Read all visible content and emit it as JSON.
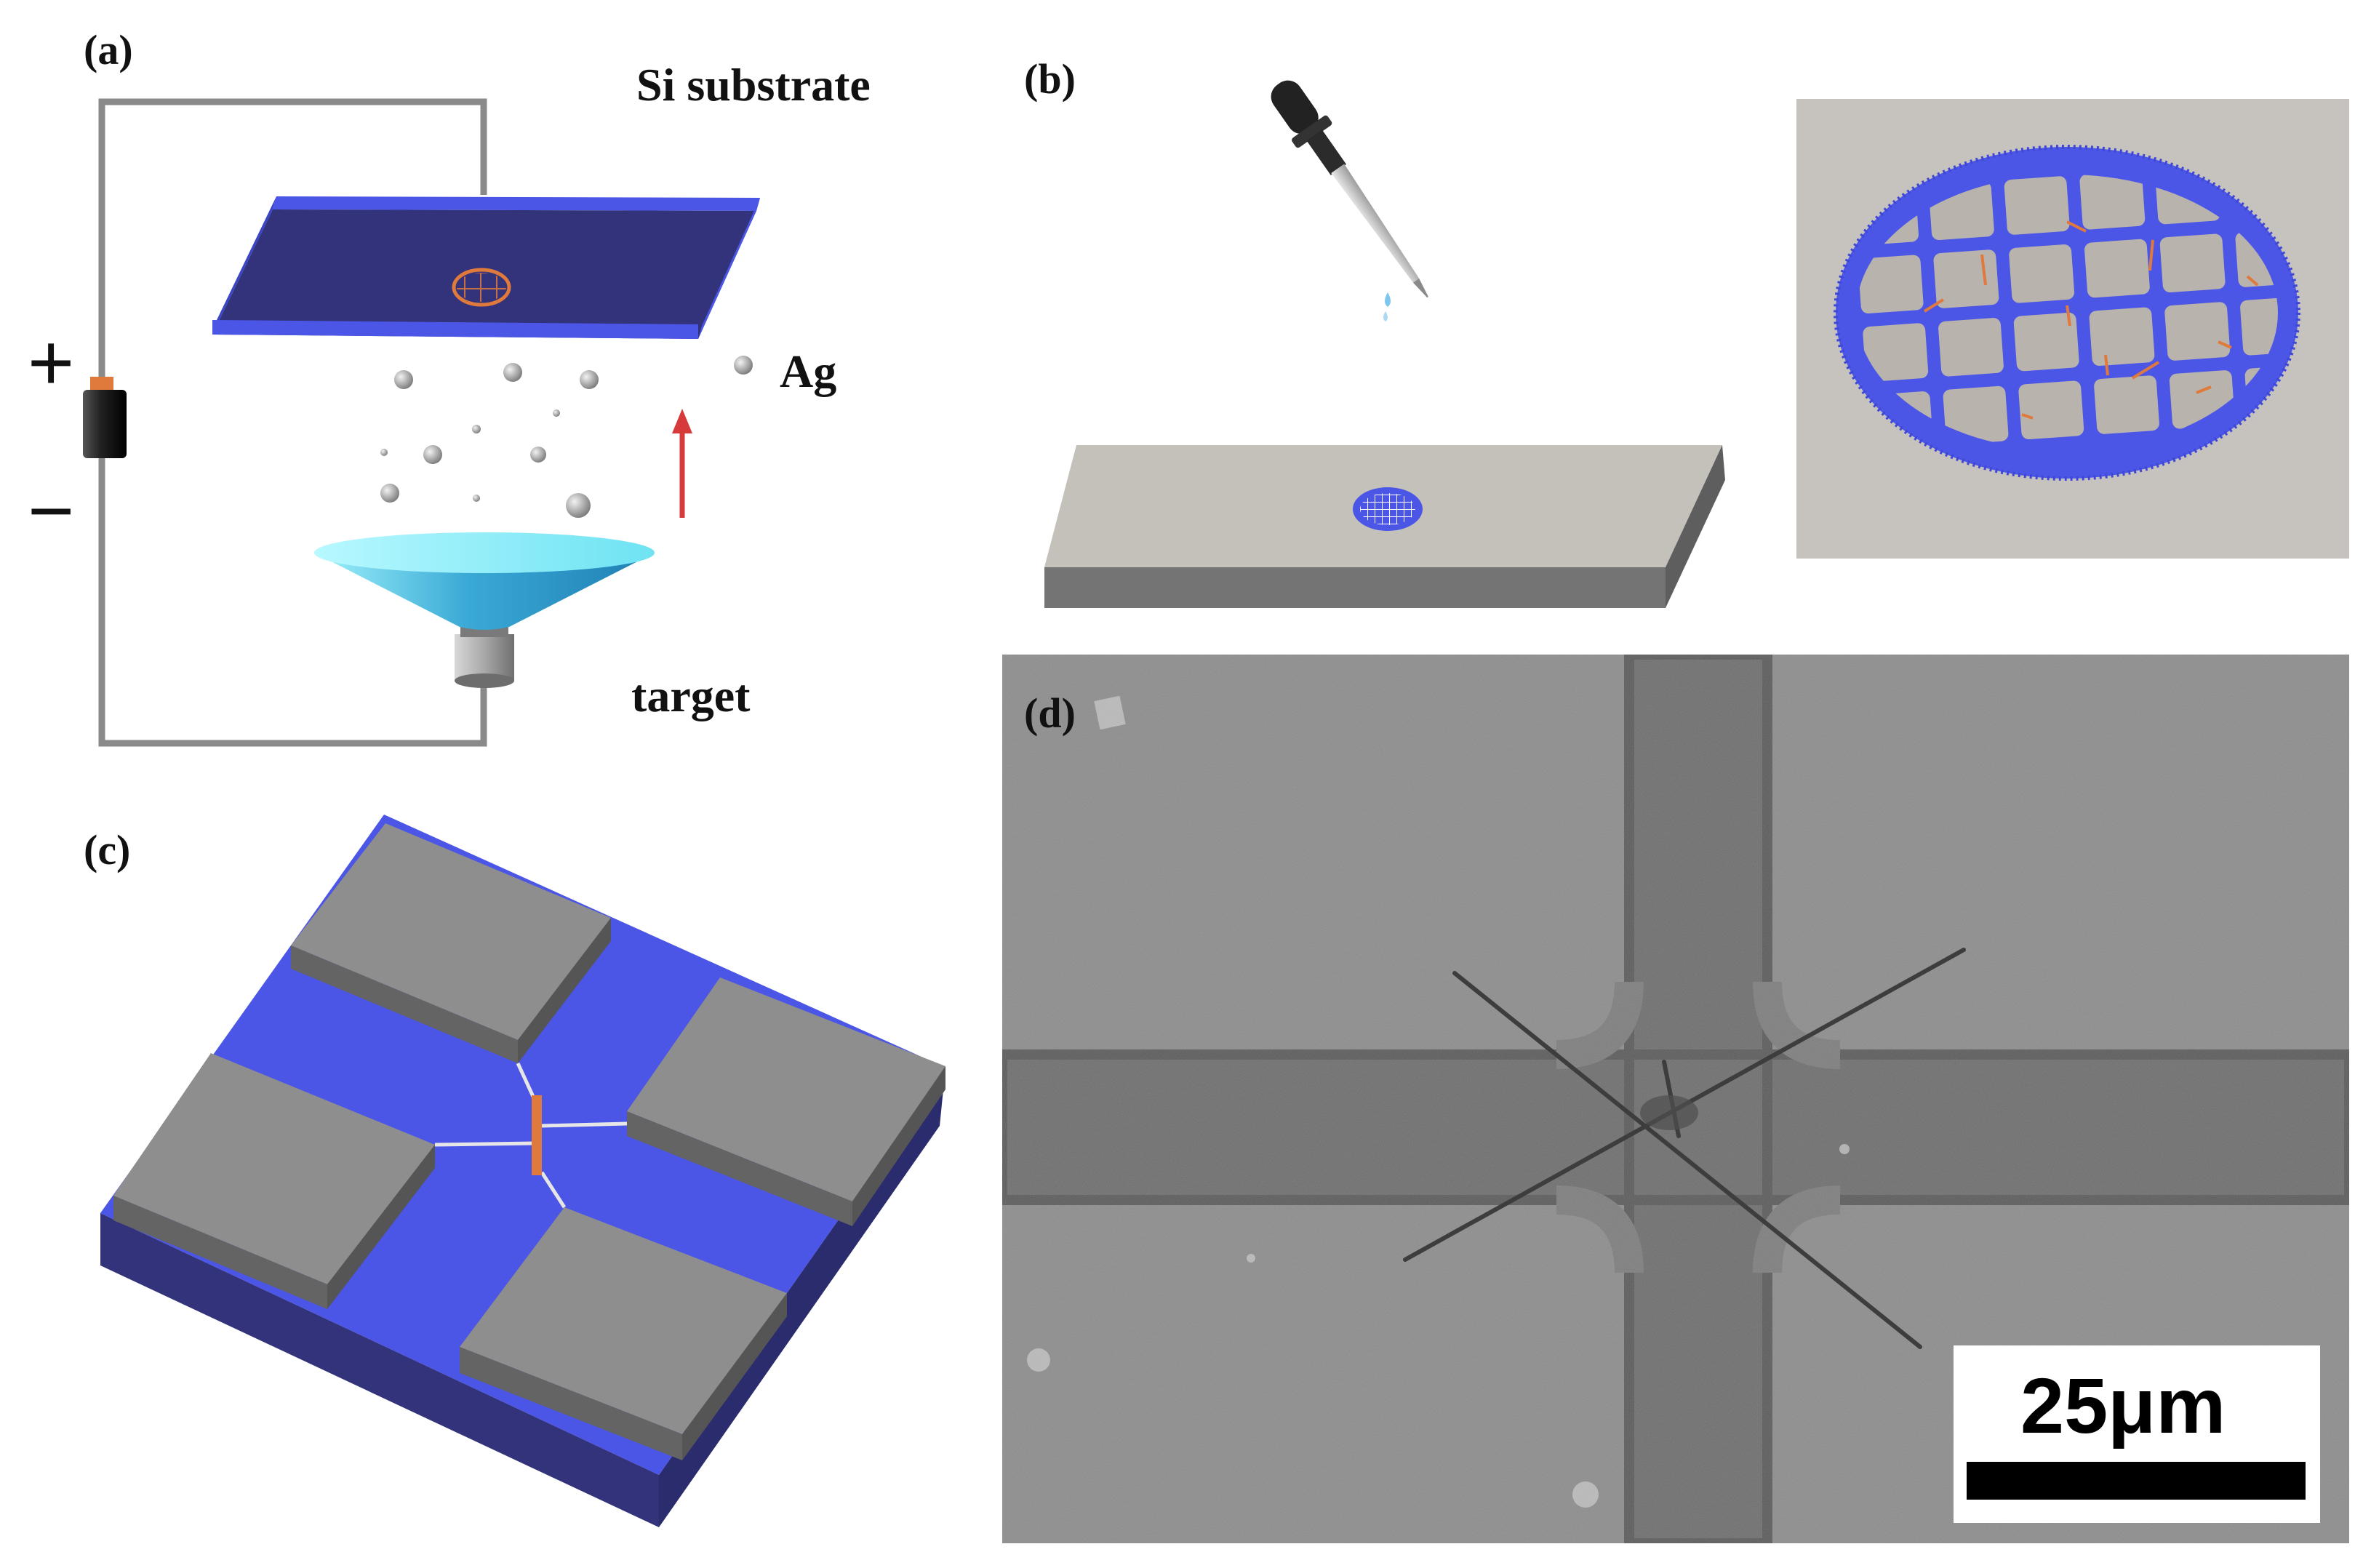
{
  "panels": {
    "a": {
      "label": "(a)",
      "substrate_label": "Si substrate",
      "ag_label": "Ag",
      "target_label": "target",
      "plus_sign": "+",
      "minus_sign": "−"
    },
    "b": {
      "label": "(b)"
    },
    "c": {
      "label": "(c)"
    },
    "d": {
      "label": "(d)",
      "scale_bar_label": "25μm"
    }
  },
  "colors": {
    "substrate_blue": "#32337a",
    "film_blue": "#4b55e6",
    "pad_gray": "#8e8e8e",
    "slide_gray": "#c4c0ba",
    "grid_orange": "#e07a3c",
    "cone_cyan": "#6ee3f2",
    "arrow_red": "#d63a3a",
    "sem_gray": "#8d8d8d"
  }
}
